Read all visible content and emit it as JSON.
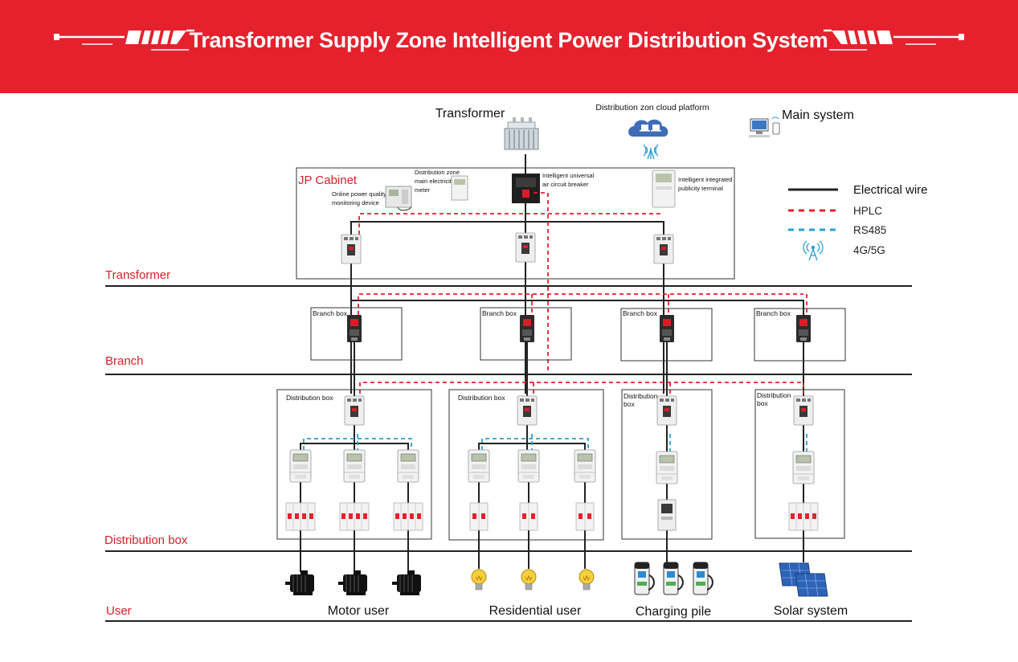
{
  "header": {
    "title": "Transformer Supply Zone Intelligent Power Distribution System",
    "background": "#e4212d"
  },
  "top": {
    "transformer": "Transformer",
    "cloud": "Distribution zon cloud platform",
    "main_system": "Main system"
  },
  "jp_cabinet": {
    "title": "JP Cabinet",
    "pq_device": [
      "Online power quality",
      "monitoring device"
    ],
    "meter": [
      "Distribution zone",
      "main electricity",
      "meter"
    ],
    "breaker": [
      "Intelligent universal",
      "air circuit breaker"
    ],
    "terminal": [
      "Intelligent integrated",
      "publicity terminal"
    ]
  },
  "legend": {
    "electrical": "Electrical wire",
    "hplc": "HPLC",
    "rs485": "RS485",
    "wireless": "4G/5G",
    "colors": {
      "electrical": "#222222",
      "hplc": "#e4212d",
      "rs485": "#2a9fd8"
    }
  },
  "levels": {
    "transformer": "Transformer",
    "branch": "Branch",
    "distribution": "Distribution box",
    "user": "User"
  },
  "branch_boxes": [
    "Branch box",
    "Branch box",
    "Branch box",
    "Branch box"
  ],
  "dist_boxes": [
    "Distribution box",
    "Distribution box",
    "Distribution\nbox",
    "Distribution\nbox"
  ],
  "users": [
    "Motor user",
    "Residential user",
    "Charging pile",
    "Solar system"
  ]
}
